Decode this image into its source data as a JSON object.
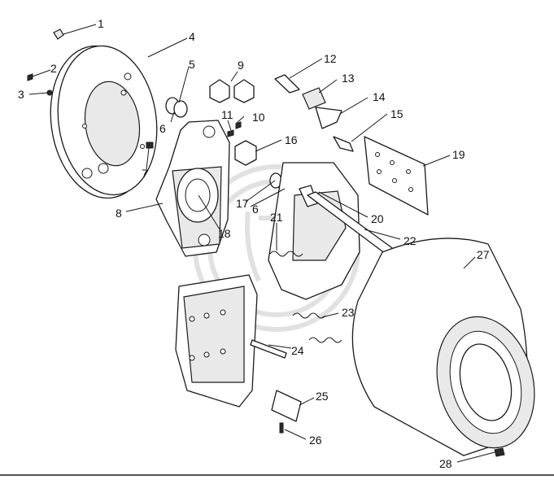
{
  "diagram": {
    "callouts": [
      "1",
      "2",
      "3",
      "4",
      "5",
      "6",
      "7",
      "8",
      "9",
      "10",
      "11",
      "12",
      "13",
      "14",
      "15",
      "16",
      "17",
      "6",
      "18",
      "19",
      "20",
      "21",
      "22",
      "23",
      "24",
      "25",
      "26",
      "27",
      "28"
    ]
  }
}
